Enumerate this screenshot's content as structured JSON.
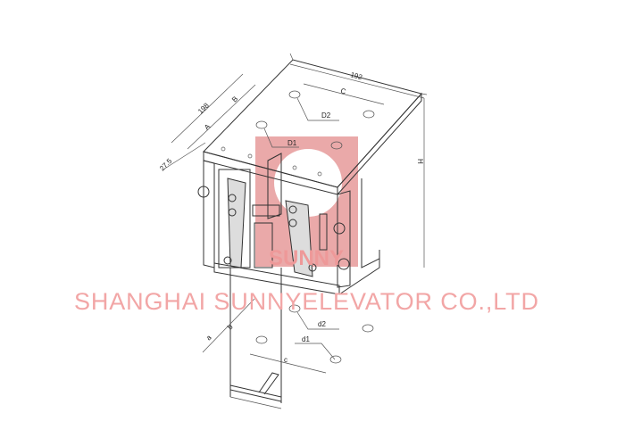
{
  "drawing": {
    "dimensions": {
      "width": "192",
      "depth": "198",
      "offset": "27.5",
      "a_upper": "A",
      "b_upper": "B",
      "c_upper": "C",
      "height": "H",
      "d1_upper": "D1",
      "d2_upper": "D2",
      "a_lower": "a",
      "b_lower": "b",
      "c_lower": "c",
      "d1_lower": "d1",
      "d2_lower": "d2"
    }
  },
  "watermark": {
    "logo_text": "SUNNY",
    "company": "SHANGHAI SUNNYELEVATOR CO.,LTD",
    "color": "#f2a6a6"
  }
}
